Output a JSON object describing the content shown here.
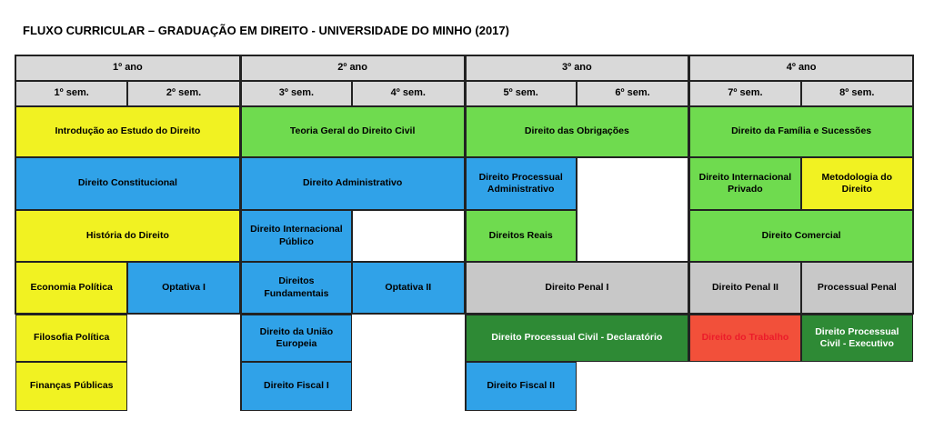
{
  "title": "FLUXO CURRICULAR – GRADUAÇÃO EM DIREITO - UNIVERSIDADE DO MINHO (2017)",
  "colors": {
    "yellow": "#F1F222",
    "green": "#6FDB4F",
    "blue": "#30A2E8",
    "header_gray": "#D9D9D9",
    "gray": "#C8C8C8",
    "dark_green": "#2E8A35",
    "red": "#F2503A",
    "red_text": "#EC1B2A",
    "white": "#FFFFFF",
    "black_text": "#000000",
    "white_text": "#FFFFFF",
    "border": "#222222"
  },
  "years": [
    {
      "label": "1º ano"
    },
    {
      "label": "2º ano"
    },
    {
      "label": "3º ano"
    },
    {
      "label": "4º ano"
    }
  ],
  "semesters": [
    {
      "label": "1º sem."
    },
    {
      "label": "2º sem."
    },
    {
      "label": "3º sem."
    },
    {
      "label": "4º sem."
    },
    {
      "label": "5º sem."
    },
    {
      "label": "6º sem."
    },
    {
      "label": "7º sem."
    },
    {
      "label": "8º sem."
    }
  ],
  "cells": [
    {
      "name": "course-cell-introducao-estudo-direito",
      "label": "Introdução ao Estudo do Direito",
      "row": 1,
      "col": 1,
      "span": 2,
      "bg": "yellow"
    },
    {
      "name": "course-cell-teoria-geral-direito-civil",
      "label": "Teoria Geral do Direito Civil",
      "row": 1,
      "col": 3,
      "span": 2,
      "bg": "green"
    },
    {
      "name": "course-cell-direito-das-obrigacoes",
      "label": "Direito das Obrigações",
      "row": 1,
      "col": 5,
      "span": 2,
      "bg": "green"
    },
    {
      "name": "course-cell-direito-familia-sucessoes",
      "label": "Direito da Família e Sucessões",
      "row": 1,
      "col": 7,
      "span": 2,
      "bg": "green"
    },
    {
      "name": "course-cell-direito-constitucional",
      "label": "Direito Constitucional",
      "row": 2,
      "col": 1,
      "span": 2,
      "bg": "blue"
    },
    {
      "name": "course-cell-direito-administrativo",
      "label": "Direito Administrativo",
      "row": 2,
      "col": 3,
      "span": 2,
      "bg": "blue"
    },
    {
      "name": "course-cell-direito-processual-administrativo",
      "label": "Direito Processual Administrativo",
      "row": 2,
      "col": 5,
      "span": 1,
      "bg": "blue"
    },
    {
      "name": "empty-cell-sem6",
      "label": "",
      "row": 2,
      "col": 6,
      "span": 1,
      "rowspan": 2,
      "bg": "white"
    },
    {
      "name": "course-cell-direito-internacional-privado",
      "label": "Direito Internacional Privado",
      "row": 2,
      "col": 7,
      "span": 1,
      "bg": "green"
    },
    {
      "name": "course-cell-metodologia-do-direito",
      "label": "Metodologia do Direito",
      "row": 2,
      "col": 8,
      "span": 1,
      "bg": "yellow"
    },
    {
      "name": "course-cell-historia-do-direito",
      "label": "História do Direito",
      "row": 3,
      "col": 1,
      "span": 2,
      "bg": "yellow"
    },
    {
      "name": "course-cell-direito-internacional-publico",
      "label": "Direito Internacional Público",
      "row": 3,
      "col": 3,
      "span": 1,
      "bg": "blue"
    },
    {
      "name": "empty-cell-sem4",
      "label": "",
      "row": 3,
      "col": 4,
      "span": 1,
      "bg": "white"
    },
    {
      "name": "course-cell-direitos-reais",
      "label": "Direitos Reais",
      "row": 3,
      "col": 5,
      "span": 1,
      "bg": "green"
    },
    {
      "name": "course-cell-direito-comercial",
      "label": "Direito Comercial",
      "row": 3,
      "col": 7,
      "span": 2,
      "bg": "green"
    },
    {
      "name": "course-cell-economia-politica",
      "label": "Economia Política",
      "row": 4,
      "col": 1,
      "span": 1,
      "bg": "yellow"
    },
    {
      "name": "course-cell-optativa-1",
      "label": "Optativa I",
      "row": 4,
      "col": 2,
      "span": 1,
      "bg": "blue"
    },
    {
      "name": "course-cell-direitos-fundamentais",
      "label": "Direitos Fundamentais",
      "row": 4,
      "col": 3,
      "span": 1,
      "bg": "blue"
    },
    {
      "name": "course-cell-optativa-2",
      "label": "Optativa II",
      "row": 4,
      "col": 4,
      "span": 1,
      "bg": "blue"
    },
    {
      "name": "course-cell-direito-penal-1",
      "label": "Direito Penal I",
      "row": 4,
      "col": 5,
      "span": 2,
      "bg": "gray"
    },
    {
      "name": "course-cell-direito-penal-2",
      "label": "Direito Penal II",
      "row": 4,
      "col": 7,
      "span": 1,
      "bg": "gray"
    },
    {
      "name": "course-cell-processual-penal",
      "label": "Processual Penal",
      "row": 4,
      "col": 8,
      "span": 1,
      "bg": "gray"
    },
    {
      "name": "course-cell-filosofia-politica",
      "label": "Filosofia Política",
      "row": 5,
      "col": 1,
      "span": 1,
      "bg": "yellow"
    },
    {
      "name": "course-cell-direito-uniao-europeia",
      "label": "Direito da União Europeia",
      "row": 5,
      "col": 3,
      "span": 1,
      "bg": "blue"
    },
    {
      "name": "course-cell-dpc-declaratorio",
      "label": "Direito Processual Civil - Declaratório",
      "row": 5,
      "col": 5,
      "span": 2,
      "bg": "dark_green",
      "fg": "white_text"
    },
    {
      "name": "course-cell-direito-do-trabalho",
      "label": "Direito do Trabalho",
      "row": 5,
      "col": 7,
      "span": 1,
      "bg": "red",
      "fg": "red_text"
    },
    {
      "name": "course-cell-dpc-executivo",
      "label": "Direito Processual Civil - Executivo",
      "row": 5,
      "col": 8,
      "span": 1,
      "bg": "dark_green",
      "fg": "white_text"
    },
    {
      "name": "course-cell-financas-publicas",
      "label": "Finanças Públicas",
      "row": 6,
      "col": 1,
      "span": 1,
      "bg": "yellow"
    },
    {
      "name": "course-cell-direito-fiscal-1",
      "label": "Direito Fiscal I",
      "row": 6,
      "col": 3,
      "span": 1,
      "bg": "blue"
    },
    {
      "name": "course-cell-direito-fiscal-2",
      "label": "Direito Fiscal II",
      "row": 6,
      "col": 5,
      "span": 1,
      "bg": "blue"
    }
  ]
}
